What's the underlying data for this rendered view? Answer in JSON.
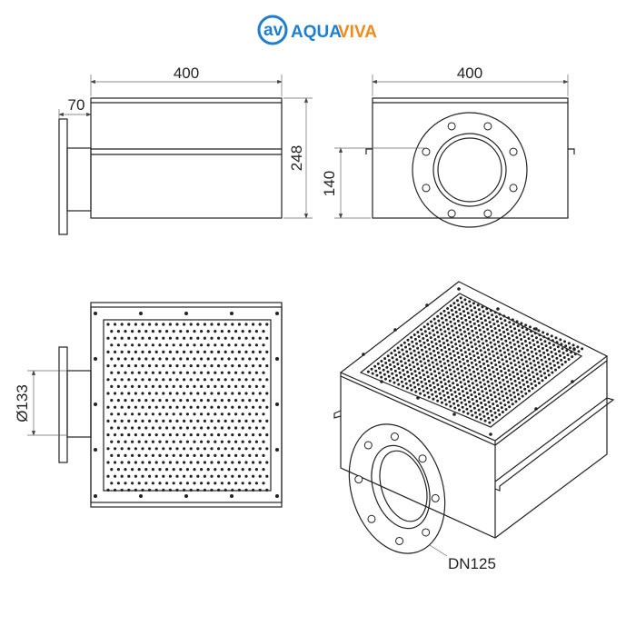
{
  "logo": {
    "text_part1": "AQUA",
    "text_part2": "VIVA",
    "mark": "av",
    "color_blue": "#1e7fd0",
    "color_orange": "#f08a1c"
  },
  "dimensions": {
    "front_width": "400",
    "flange_offset": "70",
    "height": "248",
    "side_width": "400",
    "pipe_axis_height": "140",
    "pipe_diameter": "Ø133"
  },
  "labels": {
    "connection": "DN125"
  }
}
